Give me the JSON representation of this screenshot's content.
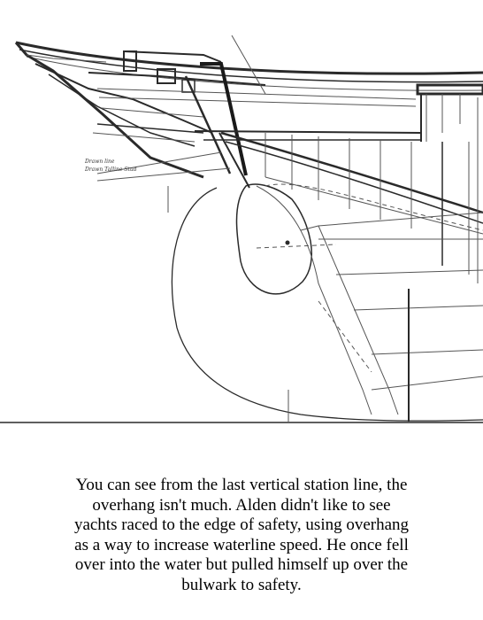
{
  "figure": {
    "annotation_lines": [
      "Drawn line",
      "Drawn Talline Stud"
    ]
  },
  "caption": {
    "lines": [
      "You can see from the last vertical station line, the",
      "overhang isn't much.  Alden didn't like to see",
      "yachts raced to the edge of safety, using overhang",
      "as a way to increase waterline speed.  He once fell",
      "over into the water but pulled himself up over the",
      "bulwark to safety."
    ]
  }
}
